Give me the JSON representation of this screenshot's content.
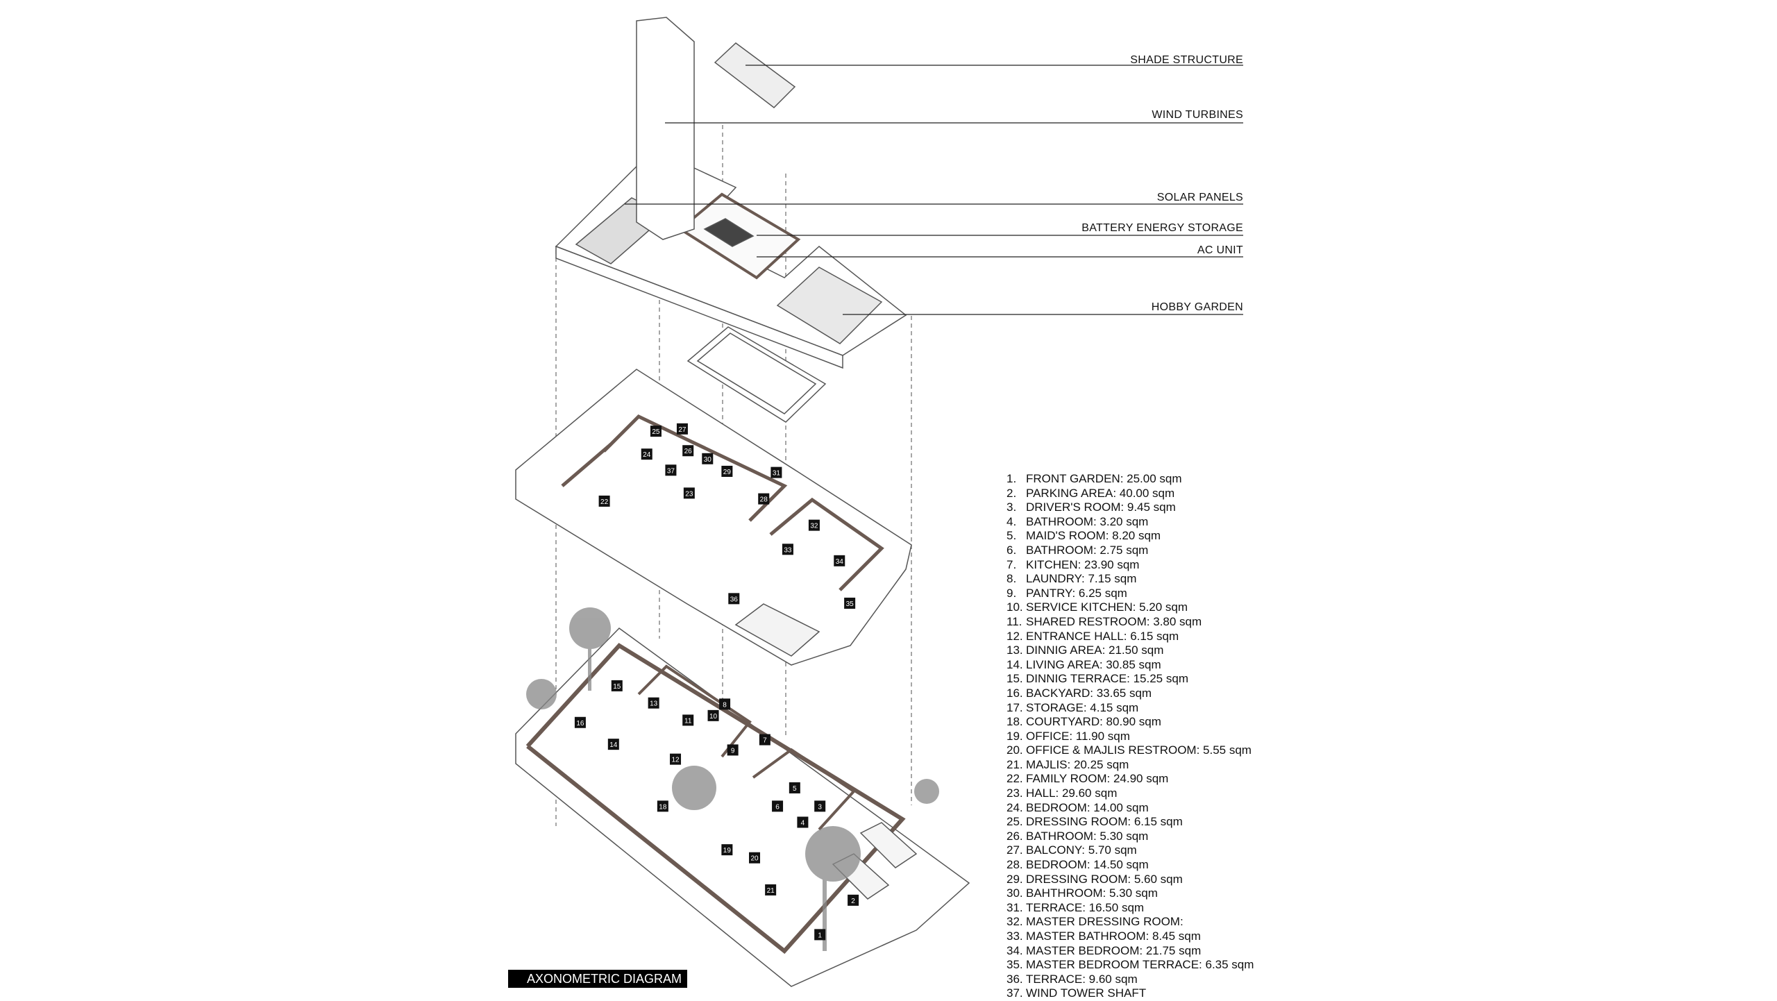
{
  "callouts": [
    {
      "label": "SHADE STRUCTURE"
    },
    {
      "label": "WIND TURBINES"
    },
    {
      "label": "SOLAR PANELS"
    },
    {
      "label": "BATTERY ENERGY STORAGE"
    },
    {
      "label": "AC UNIT"
    },
    {
      "label": "HOBBY GARDEN"
    }
  ],
  "legend": [
    {
      "num": "1.",
      "text": "FRONT GARDEN: 25.00 sqm"
    },
    {
      "num": "2.",
      "text": "PARKING AREA: 40.00 sqm"
    },
    {
      "num": "3.",
      "text": "DRIVER'S ROOM: 9.45 sqm"
    },
    {
      "num": "4.",
      "text": "BATHROOM: 3.20 sqm"
    },
    {
      "num": "5.",
      "text": "MAID'S ROOM: 8.20 sqm"
    },
    {
      "num": "6.",
      "text": "BATHROOM: 2.75 sqm"
    },
    {
      "num": "7.",
      "text": "KITCHEN: 23.90 sqm"
    },
    {
      "num": "8.",
      "text": "LAUNDRY: 7.15 sqm"
    },
    {
      "num": "9.",
      "text": "PANTRY: 6.25 sqm"
    },
    {
      "num": "10.",
      "text": "SERVICE KITCHEN: 5.20 sqm"
    },
    {
      "num": "11.",
      "text": "SHARED RESTROOM: 3.80 sqm"
    },
    {
      "num": "12.",
      "text": "ENTRANCE HALL: 6.15 sqm"
    },
    {
      "num": "13.",
      "text": "DINNIG AREA: 21.50 sqm"
    },
    {
      "num": "14.",
      "text": "LIVING AREA: 30.85 sqm"
    },
    {
      "num": "15.",
      "text": "DINNIG TERRACE: 15.25 sqm"
    },
    {
      "num": "16.",
      "text": "BACKYARD: 33.65 sqm"
    },
    {
      "num": "17.",
      "text": "STORAGE: 4.15 sqm"
    },
    {
      "num": "18.",
      "text": "COURTYARD: 80.90 sqm"
    },
    {
      "num": "19.",
      "text": "OFFICE: 11.90 sqm"
    },
    {
      "num": "20.",
      "text": "OFFICE & MAJLIS RESTROOM: 5.55 sqm"
    },
    {
      "num": "21.",
      "text": "MAJLIS: 20.25 sqm"
    },
    {
      "num": "22.",
      "text": "FAMILY ROOM: 24.90 sqm"
    },
    {
      "num": "23.",
      "text": "HALL: 29.60 sqm"
    },
    {
      "num": "24.",
      "text": "BEDROOM: 14.00 sqm"
    },
    {
      "num": "25.",
      "text": "DRESSING ROOM: 6.15 sqm"
    },
    {
      "num": "26.",
      "text": "BATHROOM: 5.30 sqm"
    },
    {
      "num": "27.",
      "text": "BALCONY: 5.70 sqm"
    },
    {
      "num": "28.",
      "text": "BEDROOM: 14.50 sqm"
    },
    {
      "num": "29.",
      "text": "DRESSING ROOM: 5.60 sqm"
    },
    {
      "num": "30.",
      "text": "BAHTHROOM: 5.30 sqm"
    },
    {
      "num": "31.",
      "text": "TERRACE: 16.50 sqm"
    },
    {
      "num": "32.",
      "text": "MASTER DRESSING ROOM:"
    },
    {
      "num": "33.",
      "text": "MASTER BATHROOM: 8.45 sqm"
    },
    {
      "num": "34.",
      "text": "MASTER BEDROOM: 21.75 sqm"
    },
    {
      "num": "35.",
      "text": "MASTER BEDROOM TERRACE: 6.35 sqm"
    },
    {
      "num": "36.",
      "text": "TERRACE: 9.60 sqm"
    },
    {
      "num": "37.",
      "text": "WIND TOWER SHAFT"
    }
  ],
  "room_markers": [
    "1",
    "2",
    "3",
    "4",
    "5",
    "6",
    "7",
    "8",
    "9",
    "10",
    "11",
    "12",
    "13",
    "14",
    "15",
    "16",
    "18",
    "19",
    "20",
    "21",
    "22",
    "23",
    "24",
    "25",
    "26",
    "27",
    "28",
    "29",
    "30",
    "31",
    "32",
    "33",
    "34",
    "35",
    "36",
    "37"
  ],
  "caption": "AXONOMETRIC DIAGRAM",
  "colors": {
    "wall": "#6b5a52",
    "line": "#555555",
    "marker": "#111111"
  }
}
